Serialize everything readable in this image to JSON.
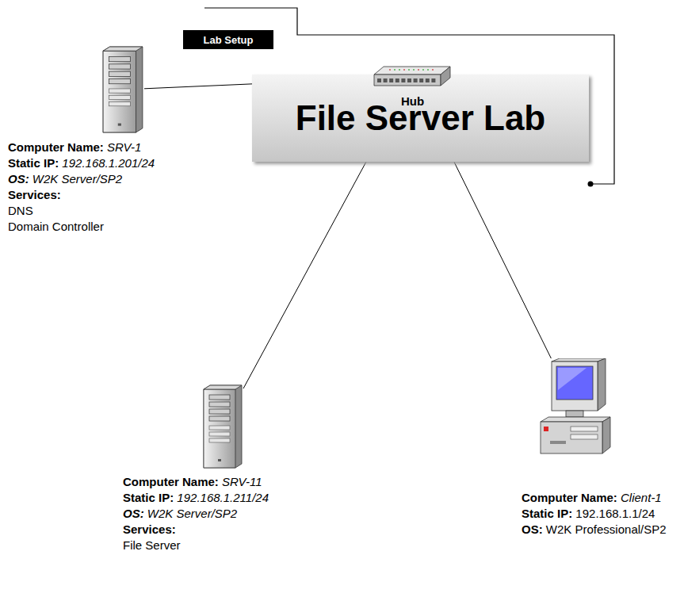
{
  "diagram": {
    "title": "File Server Lab",
    "nodes": [
      {
        "text": [
          "Computer Name: SRV-1",
          "Static IP: 192.168.1.201/24",
          "OS: W2K Server/SP2",
          "Services:",
          "DNS",
          "Domain Controller"
        ]
      },
      {
        "text": [
          "Hub"
        ]
      },
      {
        "text": [
          "Computer Name: SRV-11",
          "Static IP: 192.168.1.211/24",
          "OS: W2K Server/SP2",
          "Services:",
          "File Server"
        ]
      },
      {
        "text": [
          "Computer Name: Client-1",
          "Static IP: 192.168.1.1/24",
          "OS: W2K Professional/SP2"
        ]
      }
    ],
    "edges": [
      {
        "from": 0,
        "to": 1,
        "arrow": "none"
      },
      {
        "from": 2,
        "to": 1,
        "arrow": "none"
      },
      {
        "from": 3,
        "to": 1,
        "arrow": "none"
      }
    ],
    "labels": [
      "Lab Setup"
    ]
  }
}
